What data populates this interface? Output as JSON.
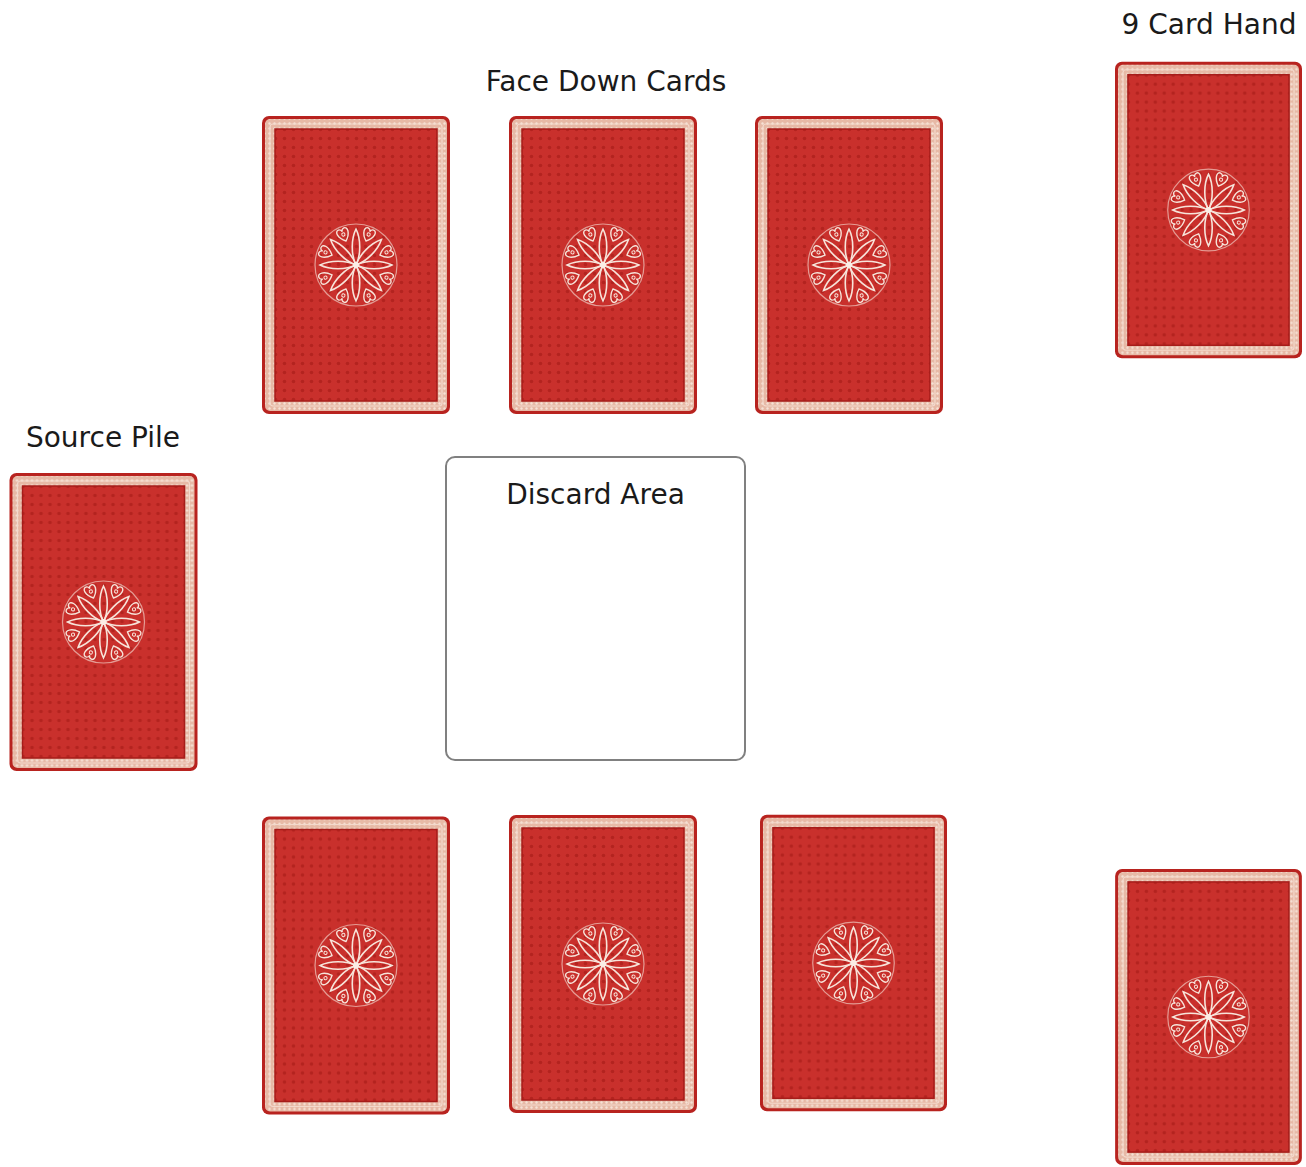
{
  "diagram": {
    "nodes": [
      {
        "text": [
          "Discard Area"
        ]
      }
    ],
    "labels": [
      "9 Card Hand",
      "Face Down Cards",
      "Source Pile"
    ]
  }
}
